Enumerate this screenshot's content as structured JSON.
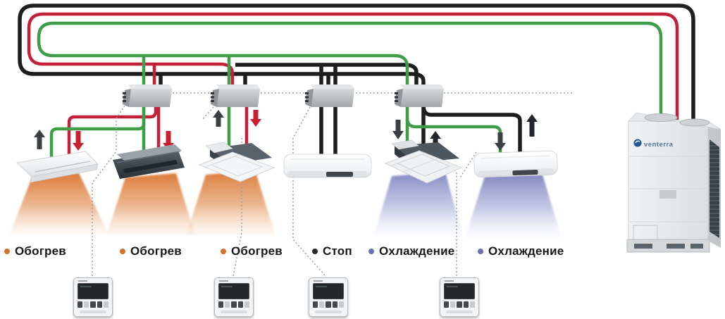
{
  "system": {
    "brand_label": "venterra",
    "indoor_units": [
      {
        "type": "ceiling-suspended",
        "mode": "heating",
        "label": "Обогрев",
        "dot_color": "#d2702c"
      },
      {
        "type": "ducted",
        "mode": "heating",
        "label": "Обогрев",
        "dot_color": "#d2702c"
      },
      {
        "type": "cassette",
        "mode": "heating",
        "label": "Обогрев",
        "dot_color": "#d2702c"
      },
      {
        "type": "wall-mounted",
        "mode": "stop",
        "label": "Стоп",
        "dot_color": "#26262a"
      },
      {
        "type": "cassette",
        "mode": "cooling",
        "label": "Охлаждение",
        "dot_color": "#6a70b2"
      },
      {
        "type": "wall-mounted",
        "mode": "cooling",
        "label": "Охлаждение",
        "dot_color": "#6a70b2"
      }
    ],
    "branch_box_count": 4,
    "controller_count": 4,
    "pipe_colors": {
      "black": "#1e1e1e",
      "red": "#c3213a",
      "green": "#3f9d49"
    },
    "flow_colors": {
      "heating_glow": "#dc7b3f",
      "cooling_glow": "#7e84c1",
      "up_arrow": "#3b4043",
      "heat_down_arrow": "#c8202f"
    },
    "logo_color": "#1d5a96"
  }
}
